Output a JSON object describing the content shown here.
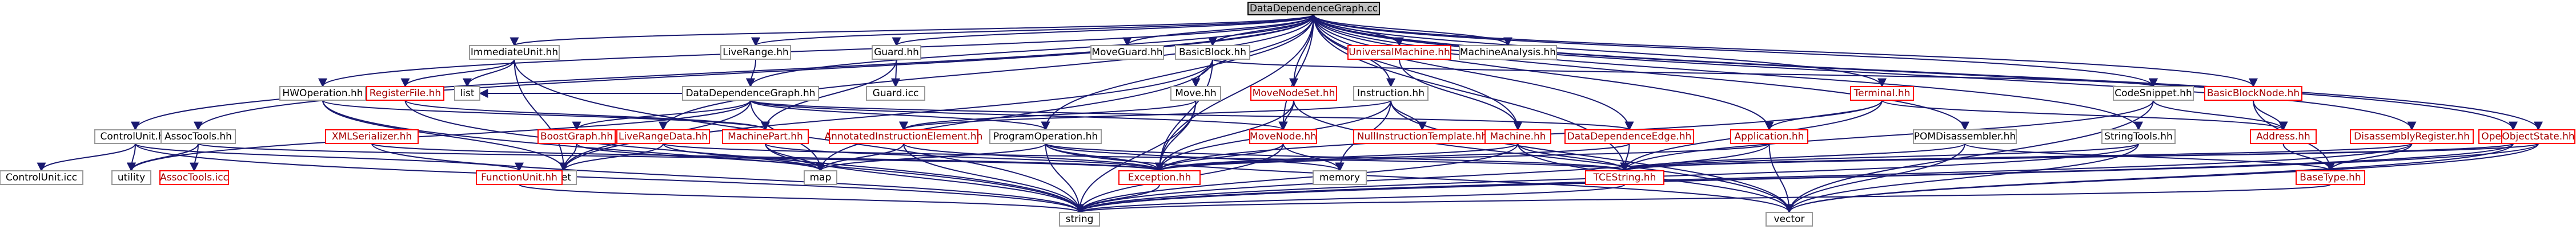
{
  "graph": {
    "title": "DataDependenceGraph.cc",
    "colors": {
      "edge": "#191970",
      "root_fill": "#bfbfbf",
      "default_border": "#999999",
      "missing_border": "#ff0000",
      "missing_text": "#a50000"
    },
    "nodes": [
      {
        "id": "root",
        "label": "DataDependenceGraph.cc",
        "style": "root"
      },
      {
        "id": "ImmediateUnit",
        "label": "ImmediateUnit.hh"
      },
      {
        "id": "LiveRange",
        "label": "LiveRange.hh"
      },
      {
        "id": "Guard",
        "label": "Guard.hh"
      },
      {
        "id": "MoveGuard",
        "label": "MoveGuard.hh"
      },
      {
        "id": "BasicBlock",
        "label": "BasicBlock.hh"
      },
      {
        "id": "UniversalMachine",
        "label": "UniversalMachine.hh",
        "style": "red"
      },
      {
        "id": "MachineAnalysis",
        "label": "MachineAnalysis.hh"
      },
      {
        "id": "HWOperation",
        "label": "HWOperation.hh"
      },
      {
        "id": "RegisterFile",
        "label": "RegisterFile.hh",
        "style": "red"
      },
      {
        "id": "DataDependenceGraph",
        "label": "DataDependenceGraph.hh"
      },
      {
        "id": "GuardCC",
        "label": "Guard.icc"
      },
      {
        "id": "Move",
        "label": "Move.hh"
      },
      {
        "id": "MoveNodeSet",
        "label": "MoveNodeSet.hh",
        "style": "red"
      },
      {
        "id": "Instruction",
        "label": "Instruction.hh"
      },
      {
        "id": "Terminal",
        "label": "Terminal.hh",
        "style": "red"
      },
      {
        "id": "CodeSnippet",
        "label": "CodeSnippet.hh"
      },
      {
        "id": "BasicBlockNode",
        "label": "BasicBlockNode.hh",
        "style": "red"
      },
      {
        "id": "ControlUnit",
        "label": "ControlUnit.hh"
      },
      {
        "id": "AssocTools",
        "label": "AssocTools.hh"
      },
      {
        "id": "XMLSerializer",
        "label": "XMLSerializer.hh",
        "style": "red"
      },
      {
        "id": "BoostGraph",
        "label": "BoostGraph.hh",
        "style": "red"
      },
      {
        "id": "LiveRangeData",
        "label": "LiveRangeData.hh",
        "style": "red"
      },
      {
        "id": "MachinePart",
        "label": "MachinePart.hh",
        "style": "red"
      },
      {
        "id": "AnnotatedInstructionElement",
        "label": "AnnotatedInstructionElement.hh",
        "style": "red"
      },
      {
        "id": "ProgramOperation",
        "label": "ProgramOperation.hh"
      },
      {
        "id": "MoveNode",
        "label": "MoveNode.hh",
        "style": "red"
      },
      {
        "id": "NullInstructionTemplate",
        "label": "NullInstructionTemplate.hh",
        "style": "red"
      },
      {
        "id": "Machine",
        "label": "Machine.hh",
        "style": "red"
      },
      {
        "id": "DataDependenceEdge",
        "label": "DataDependenceEdge.hh",
        "style": "red"
      },
      {
        "id": "Application",
        "label": "Application.hh",
        "style": "red"
      },
      {
        "id": "POMDisassembler",
        "label": "POMDisassembler.hh"
      },
      {
        "id": "StringTools",
        "label": "StringTools.hh"
      },
      {
        "id": "Address",
        "label": "Address.hh",
        "style": "red"
      },
      {
        "id": "DisassemblyRegister",
        "label": "DisassemblyRegister.hh",
        "style": "red"
      },
      {
        "id": "Operation",
        "label": "Operation.hh",
        "style": "red"
      },
      {
        "id": "ObjectState",
        "label": "ObjectState.hh",
        "style": "red"
      },
      {
        "id": "ControlUnitICC",
        "label": "ControlUnit.icc"
      },
      {
        "id": "utility",
        "label": "utility"
      },
      {
        "id": "AssocToolsICC",
        "label": "AssocTools.icc",
        "style": "red"
      },
      {
        "id": "list",
        "label": "list"
      },
      {
        "id": "set",
        "label": "set"
      },
      {
        "id": "FunctionUnit",
        "label": "FunctionUnit.hh",
        "style": "red"
      },
      {
        "id": "map",
        "label": "map"
      },
      {
        "id": "Exception",
        "label": "Exception.hh",
        "style": "red"
      },
      {
        "id": "memory",
        "label": "memory"
      },
      {
        "id": "TCEString",
        "label": "TCEString.hh",
        "style": "red"
      },
      {
        "id": "BaseType",
        "label": "BaseType.hh",
        "style": "red"
      },
      {
        "id": "string",
        "label": "string"
      },
      {
        "id": "vector",
        "label": "vector"
      }
    ]
  }
}
